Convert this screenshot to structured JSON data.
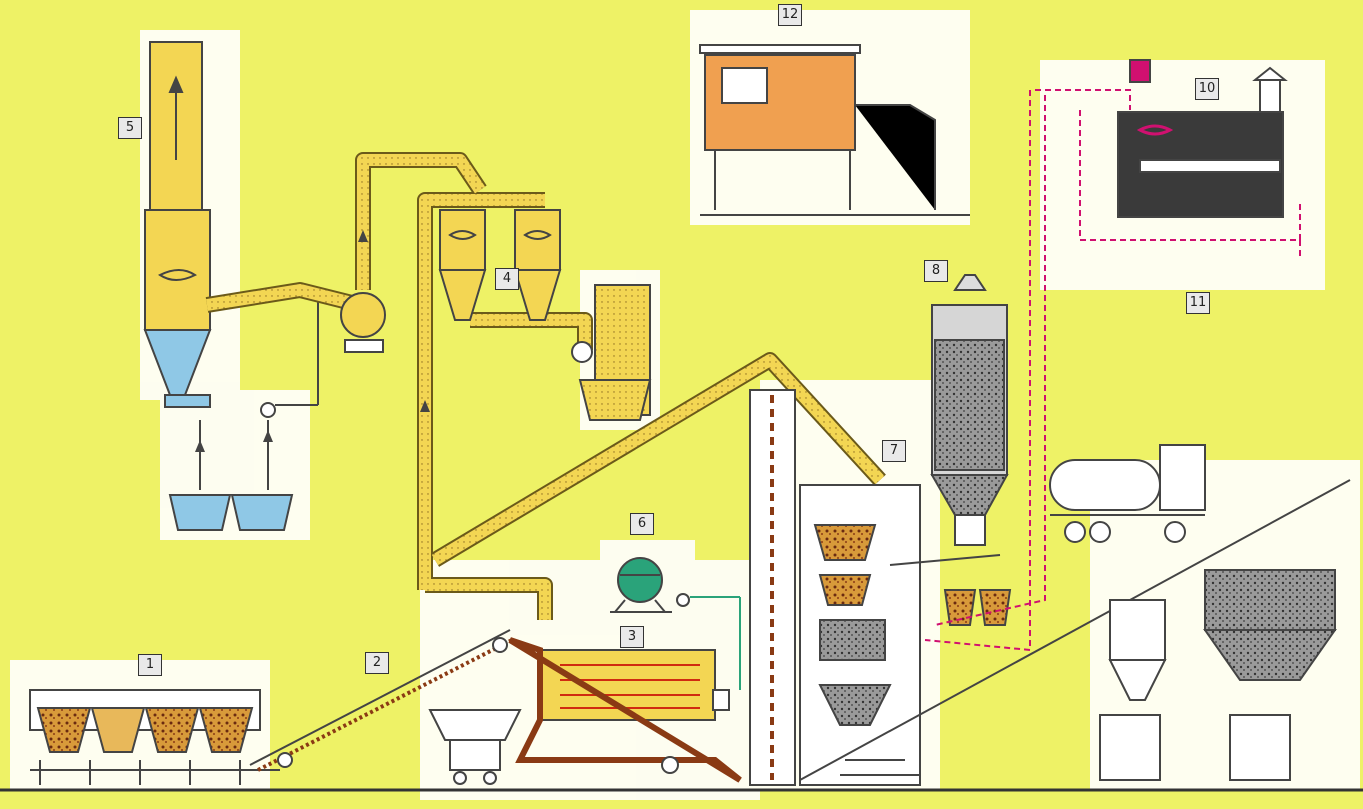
{
  "diagram": {
    "labels": [
      "1",
      "2",
      "3",
      "4",
      "5",
      "6",
      "7",
      "8",
      "10",
      "11",
      "12"
    ]
  },
  "colors": {
    "background": "#eef266",
    "duct": "#f3d653",
    "duct_outline": "#6b5a1a",
    "water": "#8fc8e6",
    "heater_coil": "#d01070",
    "heater_body": "#3a3a3a",
    "cabin": "#f0a050",
    "tank": "#2aa37a",
    "material_brown": "#8a3a14",
    "material_ochre": "#d9a33a",
    "aggregate_gray": "#555555"
  }
}
